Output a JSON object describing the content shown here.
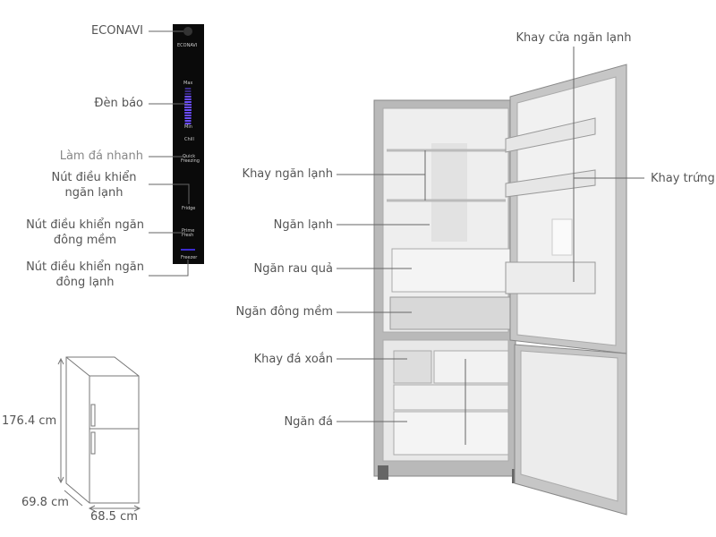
{
  "control_panel": {
    "labels": {
      "econavi": "ECONAVI",
      "indicator": "Đèn báo",
      "quick_ice": "Làm đá nhanh",
      "fridge_control": [
        "Nút điều khiển",
        "ngăn lạnh"
      ],
      "soft_freeze_control": [
        "Nút điều khiển ngăn",
        "đông mềm"
      ],
      "freezer_control": [
        "Nút điều khiển ngăn",
        "đông lạnh"
      ]
    },
    "panel_text": {
      "brand": "ECONAVI",
      "max": "Max",
      "min": "Min",
      "chill": "Chill",
      "quick": "Quick",
      "freezing": "Freezing",
      "fridge": "Fridge",
      "prime": "Prime",
      "fresh": "Fresh",
      "freezer": "Freezer"
    },
    "indicator_color": "#6a4cff"
  },
  "dimensions": {
    "height": "176.4 cm",
    "depth": "69.8 cm",
    "width": "68.5 cm"
  },
  "fridge_labels": {
    "door_tray": "Khay cửa ngăn lạnh",
    "egg_tray": "Khay trứng",
    "shelf": "Khay ngăn lạnh",
    "fridge_compartment": "Ngăn lạnh",
    "vegetable_drawer": "Ngăn rau quả",
    "soft_freeze_drawer": "Ngăn đông mềm",
    "twist_ice_tray": "Khay đá xoắn",
    "freezer_drawer": "Ngăn đá"
  }
}
